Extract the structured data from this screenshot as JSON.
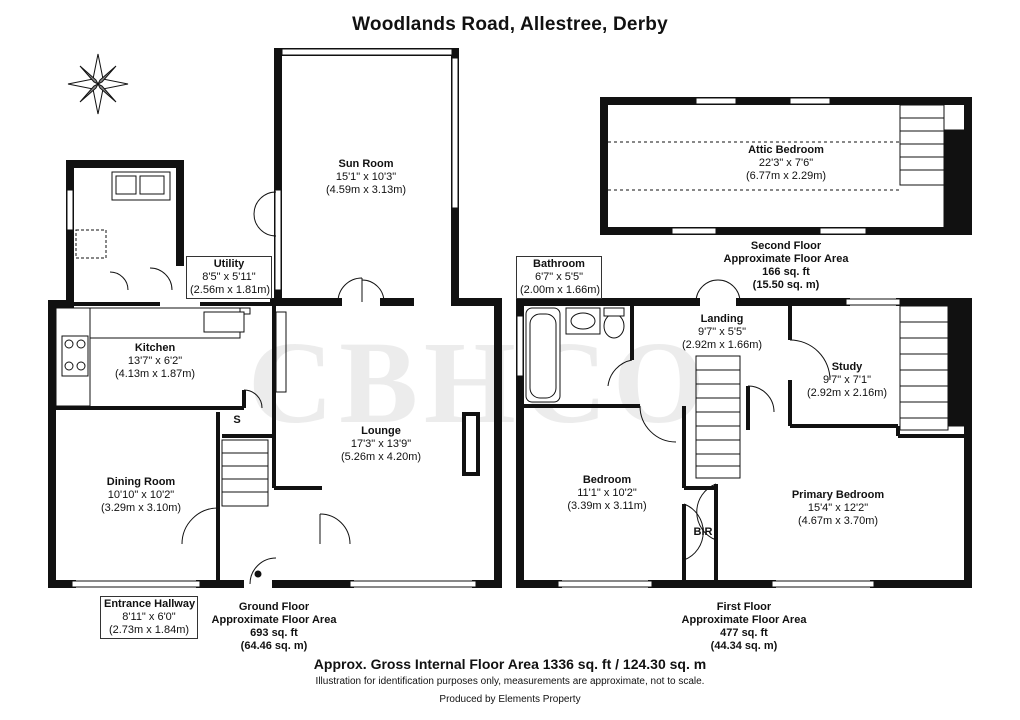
{
  "title": "Woodlands Road, Allestree, Derby",
  "watermark": "CBHCO",
  "compass_icon": "compass-rose-icon",
  "rooms": {
    "sun_room": {
      "name": "Sun Room",
      "imperial": "15'1\" x 10'3\"",
      "metric": "(4.59m x 3.13m)"
    },
    "utility": {
      "name": "Utility",
      "imperial": "8'5\" x 5'11\"",
      "metric": "(2.56m x 1.81m)"
    },
    "kitchen": {
      "name": "Kitchen",
      "imperial": "13'7\" x 6'2\"",
      "metric": "(4.13m x 1.87m)"
    },
    "dining": {
      "name": "Dining Room",
      "imperial": "10'10\" x 10'2\"",
      "metric": "(3.29m x 3.10m)"
    },
    "lounge": {
      "name": "Lounge",
      "imperial": "17'3\" x 13'9\"",
      "metric": "(5.26m x 4.20m)"
    },
    "entrance": {
      "name": "Entrance Hallway",
      "imperial": "8'11\" x 6'0\"",
      "metric": "(2.73m x 1.84m)"
    },
    "store": {
      "name": "S"
    },
    "attic": {
      "name": "Attic Bedroom",
      "imperial": "22'3\" x 7'6\"",
      "metric": "(6.77m x 2.29m)"
    },
    "bathroom": {
      "name": "Bathroom",
      "imperial": "6'7\" x 5'5\"",
      "metric": "(2.00m x 1.66m)"
    },
    "landing": {
      "name": "Landing",
      "imperial": "9'7\" x 5'5\"",
      "metric": "(2.92m x 1.66m)"
    },
    "study": {
      "name": "Study",
      "imperial": "9'7\" x 7'1\"",
      "metric": "(2.92m x 2.16m)"
    },
    "bedroom": {
      "name": "Bedroom",
      "imperial": "11'1\" x 10'2\"",
      "metric": "(3.39m x 3.11m)"
    },
    "bir": {
      "name": "BIR"
    },
    "primary": {
      "name": "Primary Bedroom",
      "imperial": "15'4\" x 12'2\"",
      "metric": "(4.67m x 3.70m)"
    }
  },
  "floors": {
    "ground": {
      "line1": "Ground Floor",
      "line2": "Approximate Floor Area",
      "sqft": "693 sq. ft",
      "sqm": "(64.46 sq. m)"
    },
    "first": {
      "line1": "First Floor",
      "line2": "Approximate Floor Area",
      "sqft": "477 sq. ft",
      "sqm": "(44.34 sq. m)"
    },
    "second": {
      "line1": "Second Floor",
      "line2": "Approximate Floor Area",
      "sqft": "166 sq. ft",
      "sqm": "(15.50 sq. m)"
    }
  },
  "footer": {
    "gross": "Approx. Gross Internal Floor Area 1336 sq. ft / 124.30 sq. m",
    "disclaimer": "Illustration for identification purposes only, measurements are approximate, not to scale.",
    "produced": "Produced by Elements Property"
  }
}
